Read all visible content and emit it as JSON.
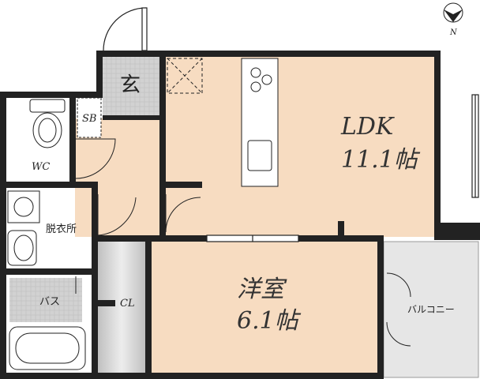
{
  "compass": {
    "label": "N"
  },
  "rooms": {
    "ldk": {
      "name": "LDK",
      "size": "11.1帖"
    },
    "western": {
      "name": "洋室",
      "size": "6.1帖"
    },
    "entrance": {
      "name": "玄"
    },
    "shoe_box": {
      "name": "SB"
    },
    "toilet": {
      "name": "WC"
    },
    "washroom": {
      "name": "脱衣所"
    },
    "bath": {
      "name": "バス"
    },
    "closet": {
      "name": "CL"
    },
    "balcony": {
      "name": "バルコニー"
    }
  },
  "colors": {
    "room_fill": "#f7dcc1",
    "wet_fill": "#ffffff",
    "tile_fill": "#cfcfcf",
    "balcony_fill": "#e6e6e6",
    "wall": "#222222"
  }
}
